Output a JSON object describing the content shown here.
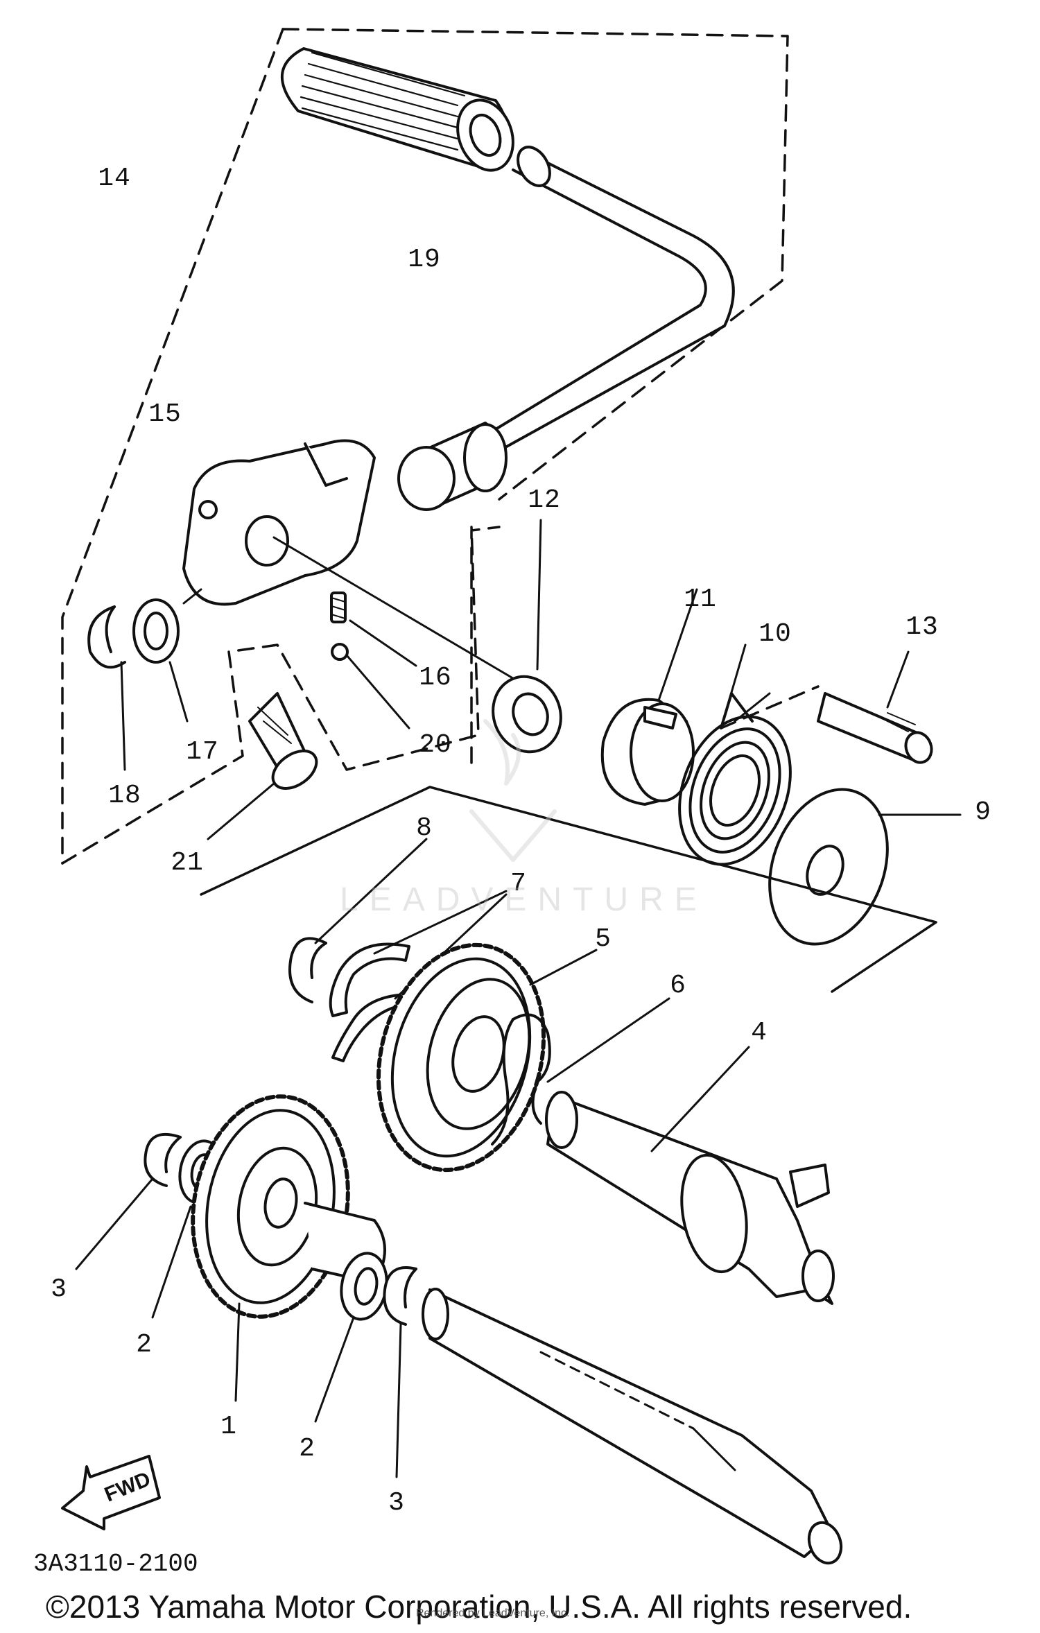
{
  "diagram_code": "3A3110-2100",
  "copyright": "©2013 Yamaha Motor Corporation, U.S.A. All rights reserved.",
  "fwd_label": "FWD",
  "watermark": {
    "brand": "LEADVENTURE",
    "footer": "Rendered by LeadVenture, Inc."
  },
  "callouts": [
    {
      "id": "c14",
      "label": "14"
    },
    {
      "id": "c19",
      "label": "19"
    },
    {
      "id": "c15",
      "label": "15"
    },
    {
      "id": "c12",
      "label": "12"
    },
    {
      "id": "c11",
      "label": "11"
    },
    {
      "id": "c10",
      "label": "10"
    },
    {
      "id": "c13",
      "label": "13"
    },
    {
      "id": "c16",
      "label": "16"
    },
    {
      "id": "c20",
      "label": "20"
    },
    {
      "id": "c17",
      "label": "17"
    },
    {
      "id": "c18",
      "label": "18"
    },
    {
      "id": "c9",
      "label": "9"
    },
    {
      "id": "c21",
      "label": "21"
    },
    {
      "id": "c8",
      "label": "8"
    },
    {
      "id": "c7",
      "label": "7"
    },
    {
      "id": "c5",
      "label": "5"
    },
    {
      "id": "c6",
      "label": "6"
    },
    {
      "id": "c4",
      "label": "4"
    },
    {
      "id": "c3a",
      "label": "3"
    },
    {
      "id": "c2a",
      "label": "2"
    },
    {
      "id": "c1",
      "label": "1"
    },
    {
      "id": "c2b",
      "label": "2"
    },
    {
      "id": "c3b",
      "label": "3"
    }
  ]
}
